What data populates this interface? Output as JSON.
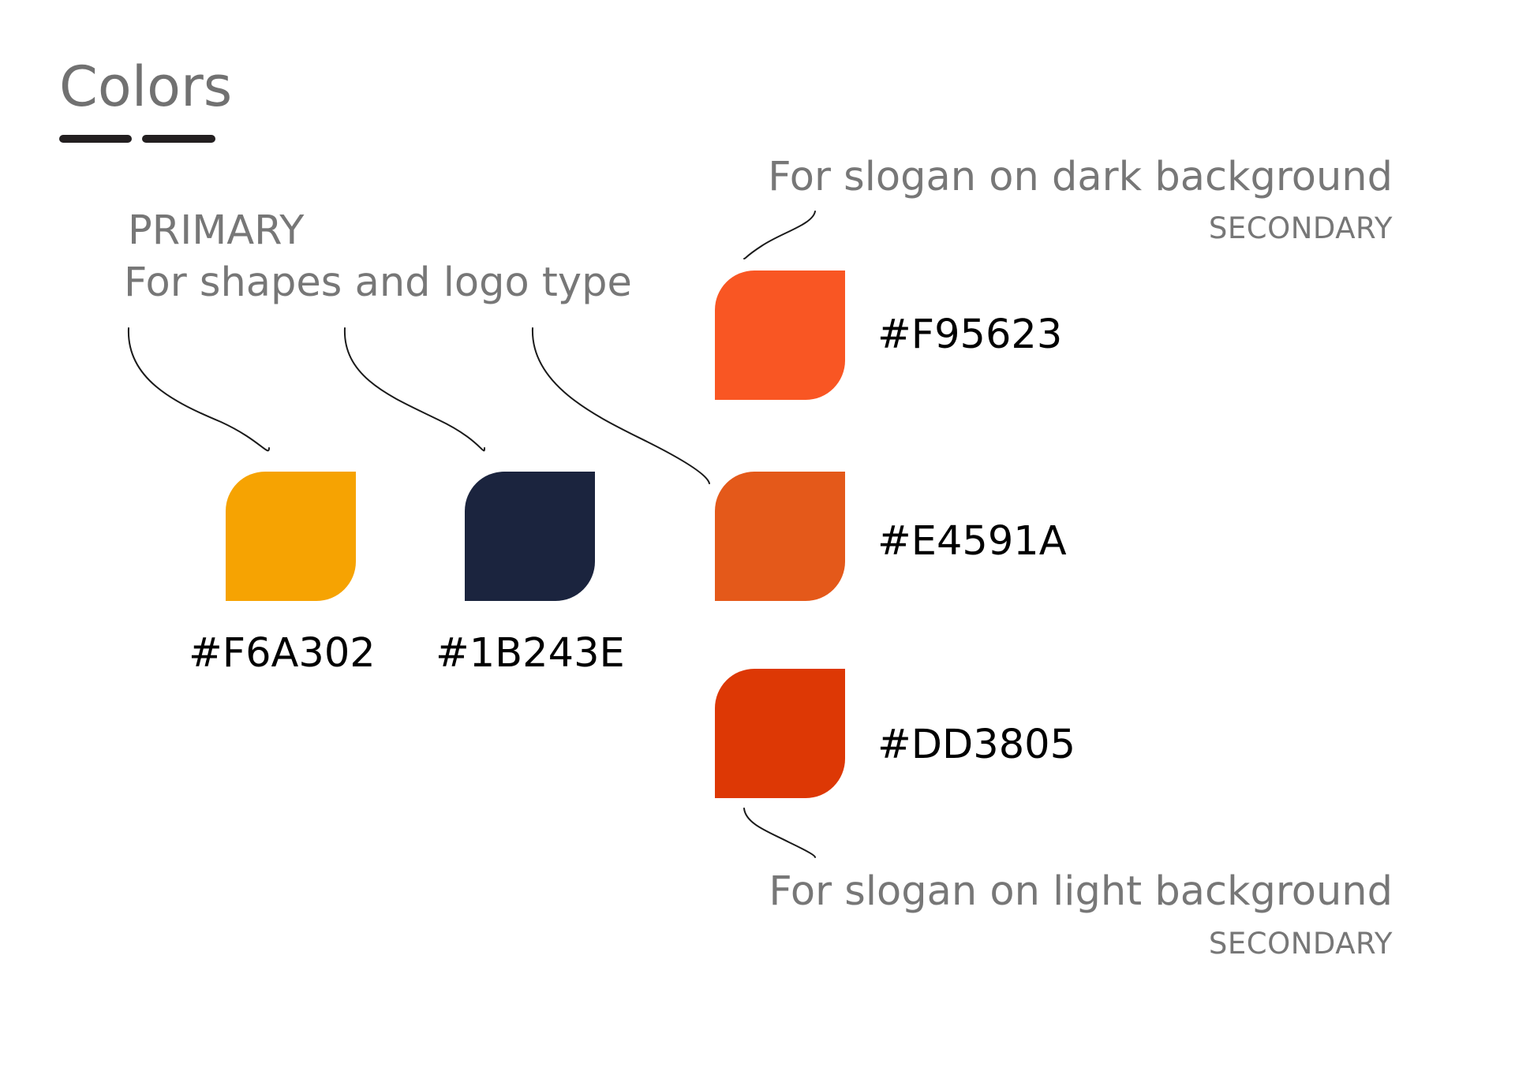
{
  "title": "Colors",
  "primary": {
    "heading": "PRIMARY",
    "description": "For shapes and logo type",
    "swatches": [
      {
        "hex": "#F6A302",
        "color": "#F6A302"
      },
      {
        "hex": "#1B243E",
        "color": "#1B243E"
      }
    ]
  },
  "secondary": {
    "dark": {
      "description": "For slogan on dark background",
      "heading": "SECONDARY"
    },
    "light": {
      "description": "For slogan on light background",
      "heading": "SECONDARY"
    },
    "swatches": [
      {
        "hex": "#F95623",
        "color": "#F95623"
      },
      {
        "hex": "#E4591A",
        "color": "#E4591A"
      },
      {
        "hex": "#DD3805",
        "color": "#DD3805"
      }
    ]
  },
  "colors": {
    "title_text": "#717171",
    "label_text": "#777777",
    "rule": "#231F20",
    "hex_text": "#000000"
  }
}
